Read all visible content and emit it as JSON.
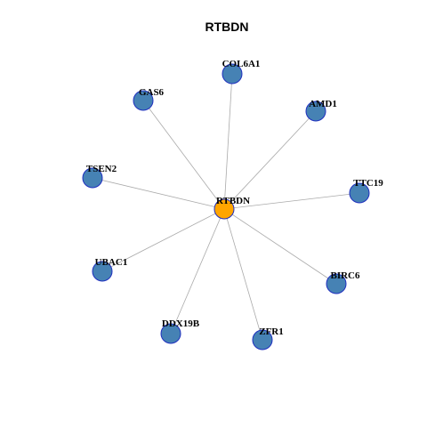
{
  "title": "RTBDN",
  "colors": {
    "hub_fill": "#FFA500",
    "hub_stroke": "#1F2FBF",
    "node_fill": "#4682B4",
    "node_stroke": "#1F2FBF",
    "edge": "#AAAAAA"
  },
  "hub": {
    "id": "RTBDN",
    "label": "RTBDN"
  },
  "nodes": [
    {
      "id": "COL6A1",
      "label": "COL6A1"
    },
    {
      "id": "AMD1",
      "label": "AMD1"
    },
    {
      "id": "TTC19",
      "label": "TTC19"
    },
    {
      "id": "BIRC6",
      "label": "BIRC6"
    },
    {
      "id": "ZFR1",
      "label": "ZFR1"
    },
    {
      "id": "DDX19B",
      "label": "DDX19B"
    },
    {
      "id": "UBAC1",
      "label": "UBAC1"
    },
    {
      "id": "TSEN2",
      "label": "TSEN2"
    },
    {
      "id": "GAS6",
      "label": "GAS6"
    }
  ],
  "edges": [
    {
      "from": "RTBDN",
      "to": "COL6A1"
    },
    {
      "from": "RTBDN",
      "to": "AMD1"
    },
    {
      "from": "RTBDN",
      "to": "TTC19"
    },
    {
      "from": "RTBDN",
      "to": "BIRC6"
    },
    {
      "from": "RTBDN",
      "to": "ZFR1"
    },
    {
      "from": "RTBDN",
      "to": "DDX19B"
    },
    {
      "from": "RTBDN",
      "to": "UBAC1"
    },
    {
      "from": "RTBDN",
      "to": "TSEN2"
    },
    {
      "from": "RTBDN",
      "to": "GAS6"
    }
  ]
}
